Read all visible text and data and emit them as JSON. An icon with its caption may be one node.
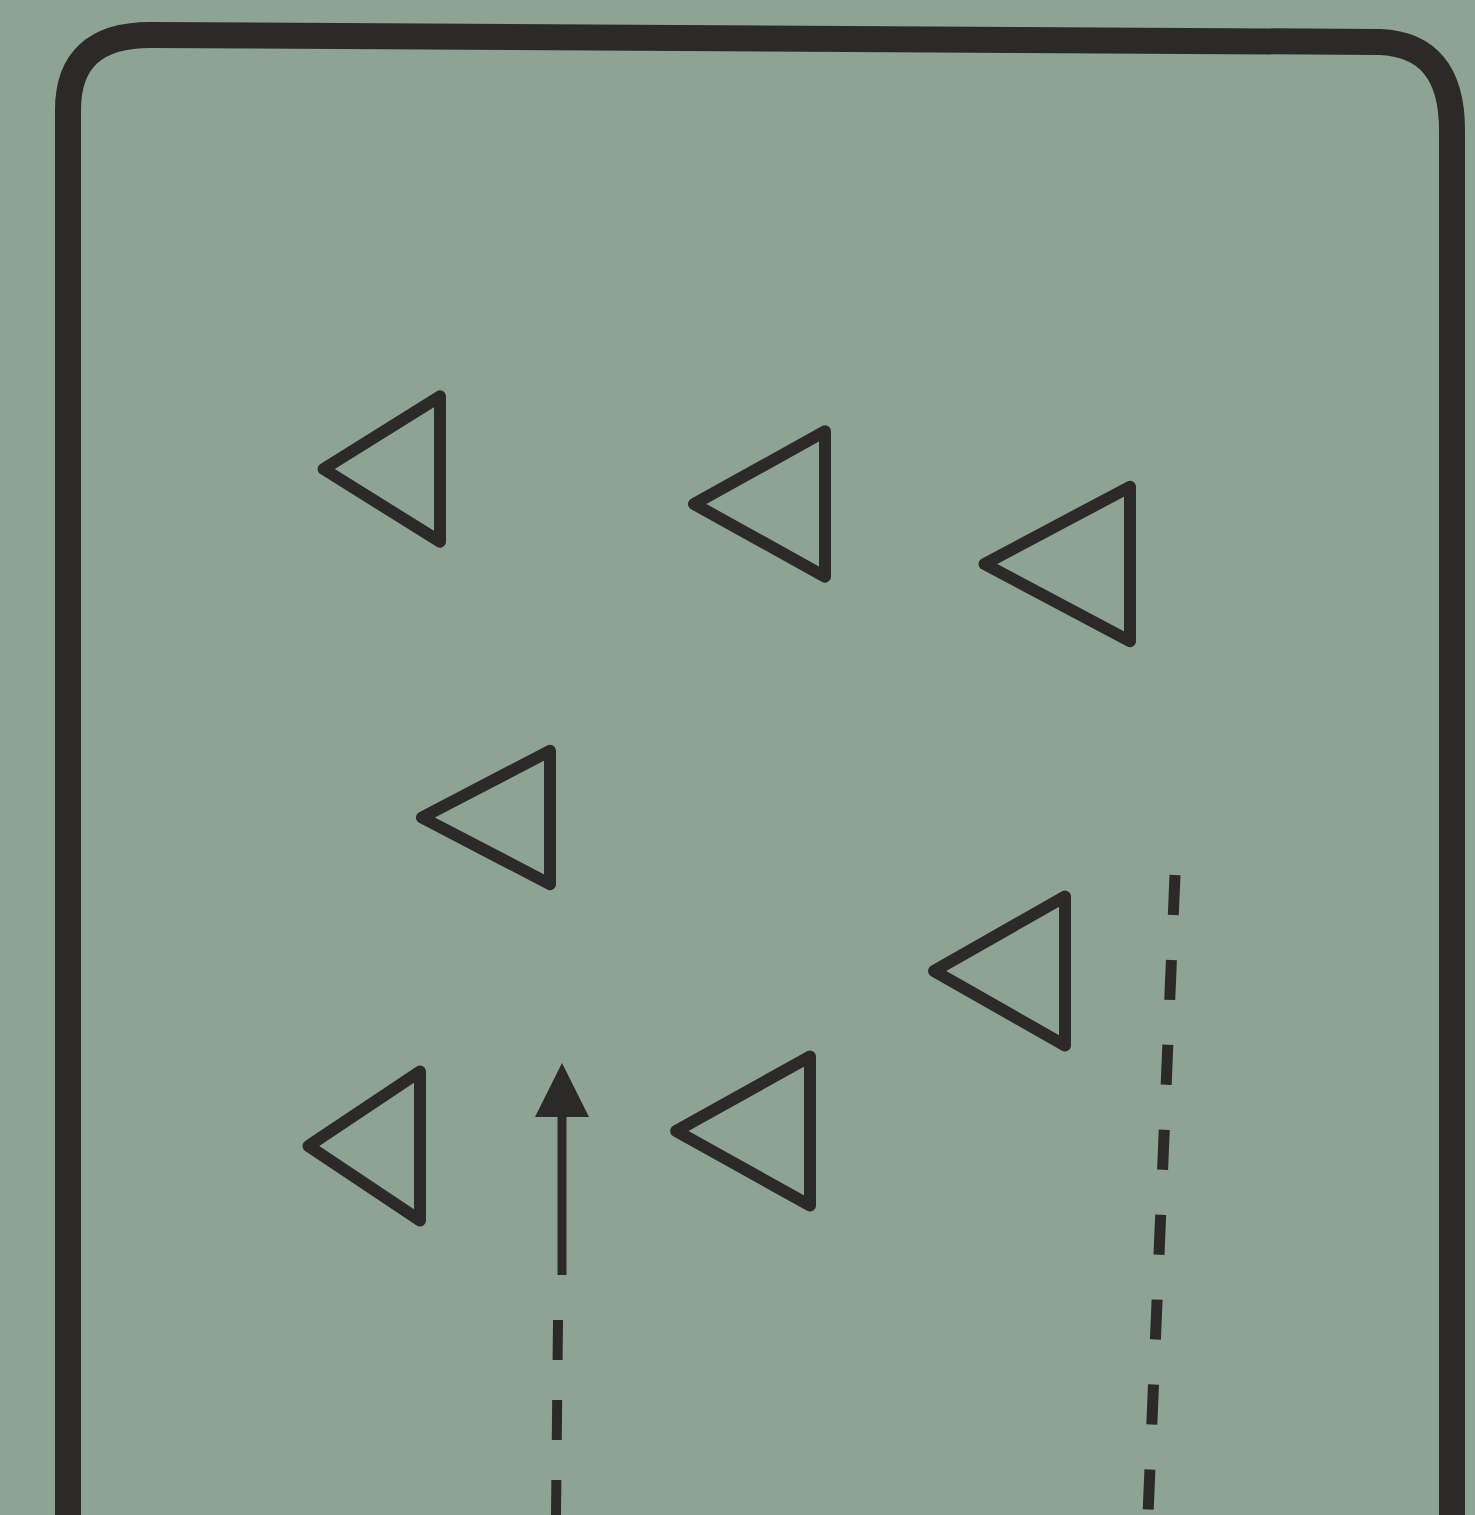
{
  "diagram": {
    "nodes": [
      {
        "text": [],
        "shape": "triangle"
      },
      {
        "text": [],
        "shape": "triangle"
      },
      {
        "text": [],
        "shape": "triangle"
      },
      {
        "text": [],
        "shape": "triangle"
      },
      {
        "text": [],
        "shape": "triangle"
      },
      {
        "text": [],
        "shape": "triangle"
      },
      {
        "text": [],
        "shape": "triangle"
      }
    ]
  }
}
